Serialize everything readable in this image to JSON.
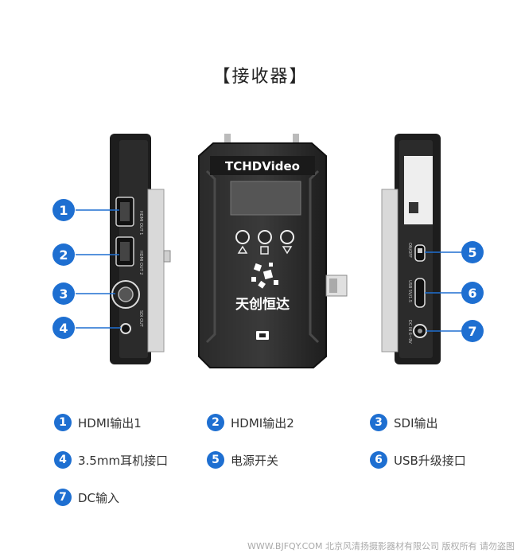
{
  "title": "【接收器】",
  "device": {
    "brand": "TCHDVideo",
    "logo_cn": "天创恒达",
    "left_port_labels": [
      "HDMI OUT 1",
      "HDMI OUT 2",
      "SDI OUT"
    ],
    "right_port_labels": [
      "ON/OFF",
      "USB 5V/1.5",
      "DC IN 6~9V"
    ]
  },
  "callouts": [
    "1",
    "2",
    "3",
    "4",
    "5",
    "6",
    "7"
  ],
  "legend": [
    {
      "num": "1",
      "label": "HDMI输出1"
    },
    {
      "num": "2",
      "label": "HDMI输出2"
    },
    {
      "num": "3",
      "label": "SDI输出"
    },
    {
      "num": "4",
      "label": "3.5mm耳机接口"
    },
    {
      "num": "5",
      "label": "电源开关"
    },
    {
      "num": "6",
      "label": "USB升级接口"
    },
    {
      "num": "7",
      "label": "DC输入"
    }
  ],
  "footer": "WWW.BJFQY.COM 北京风清扬摄影器材有限公司 版权所有 请勿盗图",
  "colors": {
    "accent": "#1e6fd1",
    "device": "#1b1b1b"
  }
}
